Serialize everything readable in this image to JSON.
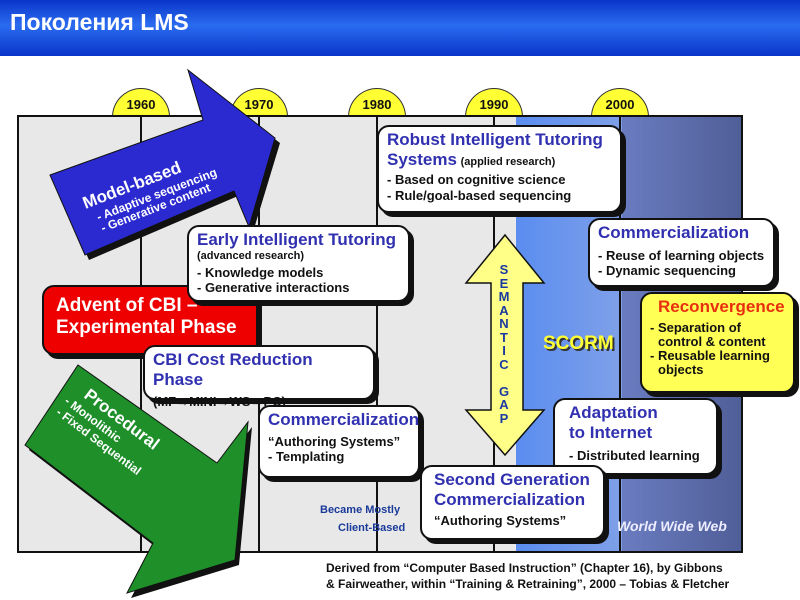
{
  "title": "Поколения LMS",
  "years": [
    "1960",
    "1970",
    "1980",
    "1990",
    "2000"
  ],
  "arrows": {
    "model_based": {
      "title": "Model-based",
      "items": [
        "- Adaptive sequencing",
        "- Generative content"
      ],
      "color": "#2a2ad0"
    },
    "procedural": {
      "title": "Procedural",
      "items": [
        "- Monolithic",
        "- Fixed Sequential"
      ],
      "color": "#1f8f2a"
    },
    "semantic_gap": [
      "S",
      "E",
      "M",
      "A",
      "N",
      "T",
      "I",
      "C",
      "",
      "G",
      "A",
      "P"
    ]
  },
  "boxes": {
    "advent": {
      "lines": [
        "Advent of CBI –",
        "Experimental Phase"
      ],
      "color": "#ee0000"
    },
    "robust": {
      "title1": "Robust Intelligent Tutoring",
      "title2": "Systems",
      "sub": "(applied research)",
      "items": [
        "- Based on cognitive science",
        "- Rule/goal-based sequencing"
      ]
    },
    "early": {
      "title": "Early Intelligent Tutoring",
      "sub": "(advanced research)",
      "items": [
        "- Knowledge models",
        "- Generative interactions"
      ]
    },
    "cost": {
      "title": "CBI Cost Reduction Phase",
      "sub": "(MF→MINI→WS→PC)"
    },
    "comm1": {
      "title": "Commercialization",
      "items": [
        "“Authoring Systems”",
        "- Templating"
      ]
    },
    "comm2": {
      "title": "Commercialization",
      "items": [
        "- Reuse of learning objects",
        "- Dynamic sequencing"
      ]
    },
    "reconv": {
      "title": "Reconvergence",
      "items": [
        "- Separation of",
        "control & content",
        "- Reusable learning",
        "objects"
      ]
    },
    "adapt": {
      "title1": "Adaptation",
      "title2": "to Internet",
      "items": [
        "- Distributed learning"
      ]
    },
    "second": {
      "title1": "Second Generation",
      "title2": "Commercialization",
      "items": [
        "“Authoring Systems”"
      ]
    }
  },
  "labels": {
    "scorm": "SCORM",
    "client1": "Became Mostly",
    "client2": "Client-Based",
    "www": "World Wide Web"
  },
  "caption": [
    "Derived from “Computer Based Instruction” (Chapter 16), by Gibbons",
    "& Fairweather, within “Training & Retraining”, 2000 – Tobias & Fletcher"
  ]
}
